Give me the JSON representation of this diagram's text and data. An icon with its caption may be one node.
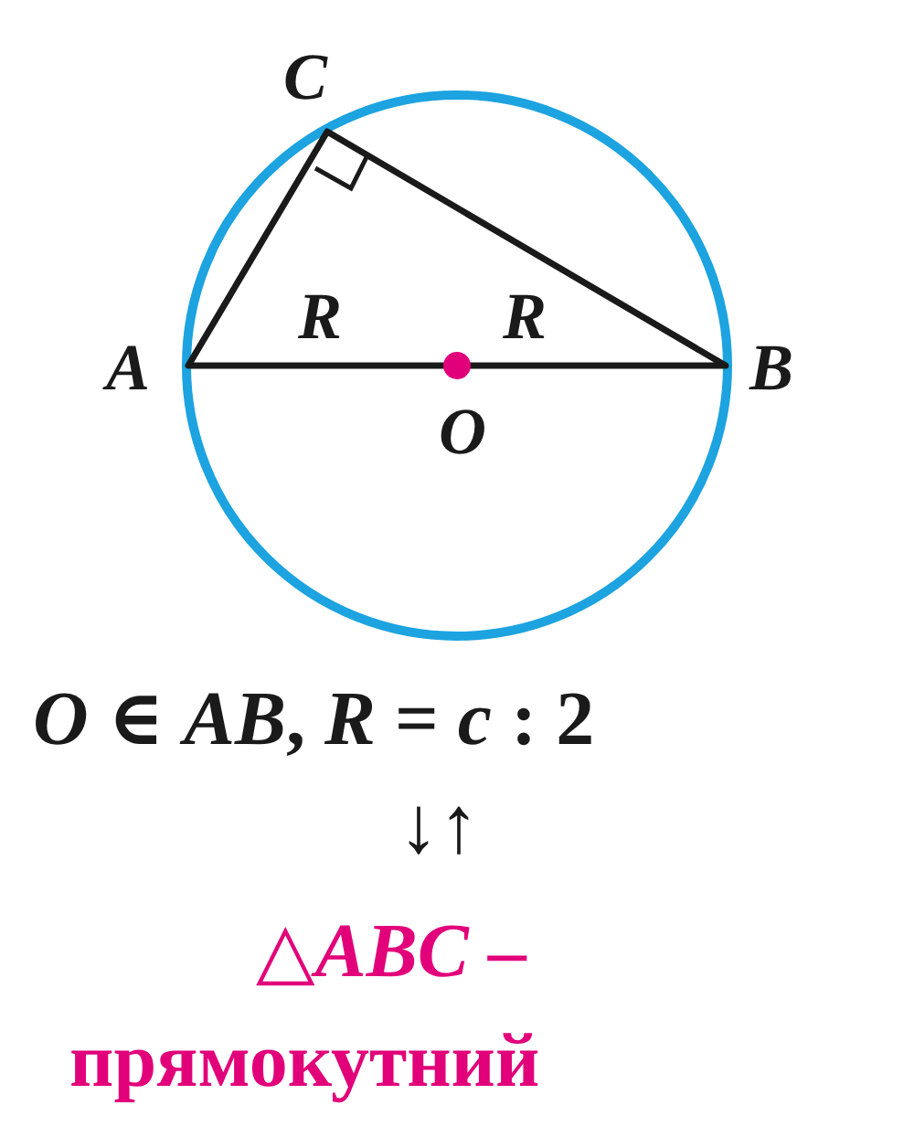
{
  "diagram": {
    "labels": [
      "C",
      "A",
      "R",
      "R",
      "B",
      "O",
      "*O* ∈ *AB*, *R* = *c* : 2",
      "↓↑",
      "△*ABC* –",
      "прямокутний"
    ]
  }
}
